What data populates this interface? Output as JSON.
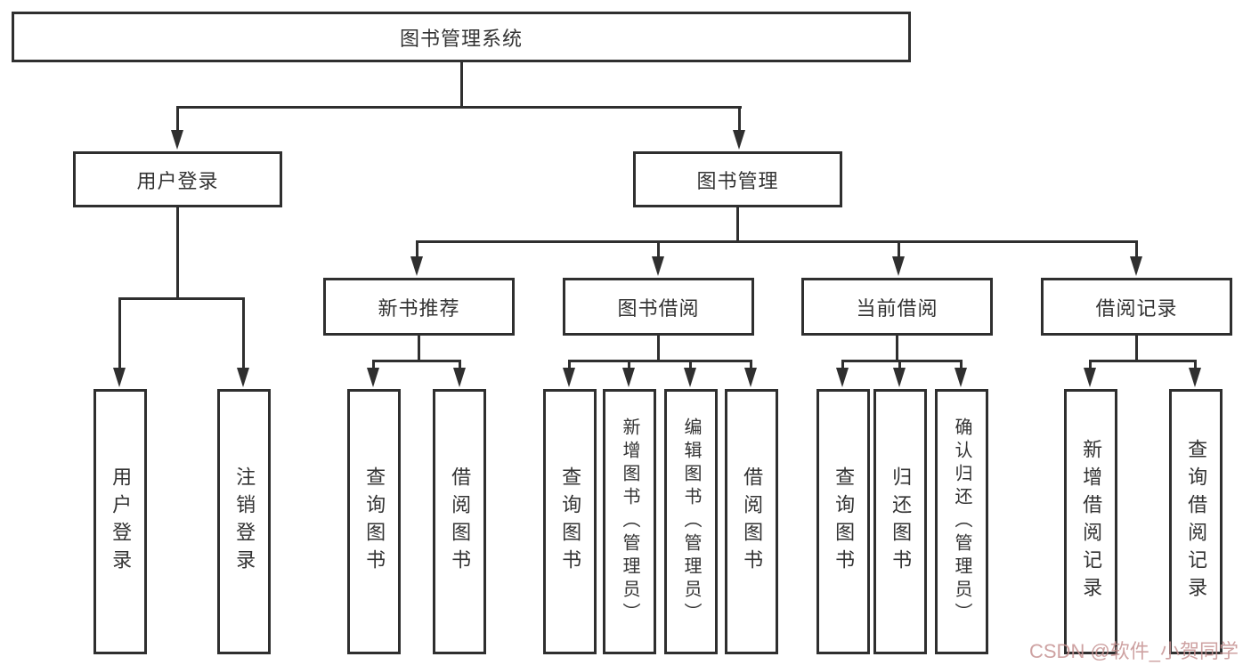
{
  "diagram": {
    "root": {
      "label": "图书管理系统"
    },
    "branches": [
      {
        "label": "用户登录",
        "children": [
          {
            "label": "用户登录"
          },
          {
            "label": "注销登录"
          }
        ]
      },
      {
        "label": "图书管理",
        "children": [
          {
            "label": "新书推荐",
            "children": [
              {
                "label": "查询图书"
              },
              {
                "label": "借阅图书"
              }
            ]
          },
          {
            "label": "图书借阅",
            "children": [
              {
                "label": "查询图书"
              },
              {
                "label": "新增图书（管理员）"
              },
              {
                "label": "编辑图书（管理员）"
              },
              {
                "label": "借阅图书"
              }
            ]
          },
          {
            "label": "当前借阅",
            "children": [
              {
                "label": "查询图书"
              },
              {
                "label": "归还图书"
              },
              {
                "label": "确认归还（管理员）"
              }
            ]
          },
          {
            "label": "借阅记录",
            "children": [
              {
                "label": "新增借阅记录"
              },
              {
                "label": "查询借阅记录"
              }
            ]
          }
        ]
      }
    ]
  },
  "watermark": {
    "text": "CSDN @软件_小贺同学"
  },
  "colors": {
    "line": "#2f2f2f",
    "text": "#333333",
    "background": "#ffffff",
    "watermark": "#c69292"
  }
}
